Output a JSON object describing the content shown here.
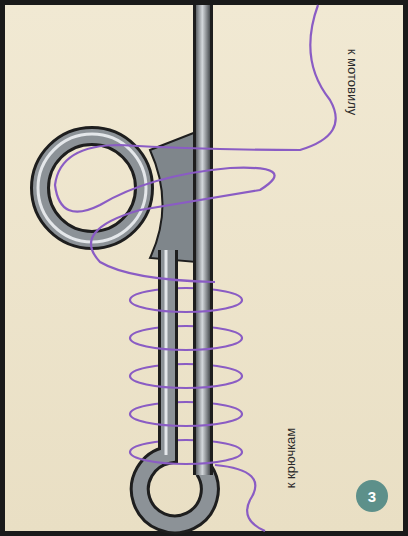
{
  "diagram": {
    "nodes": [
      {
        "text": [
          "3"
        ]
      }
    ],
    "labels": [
      "к мотовилу",
      "к крючкам"
    ]
  }
}
